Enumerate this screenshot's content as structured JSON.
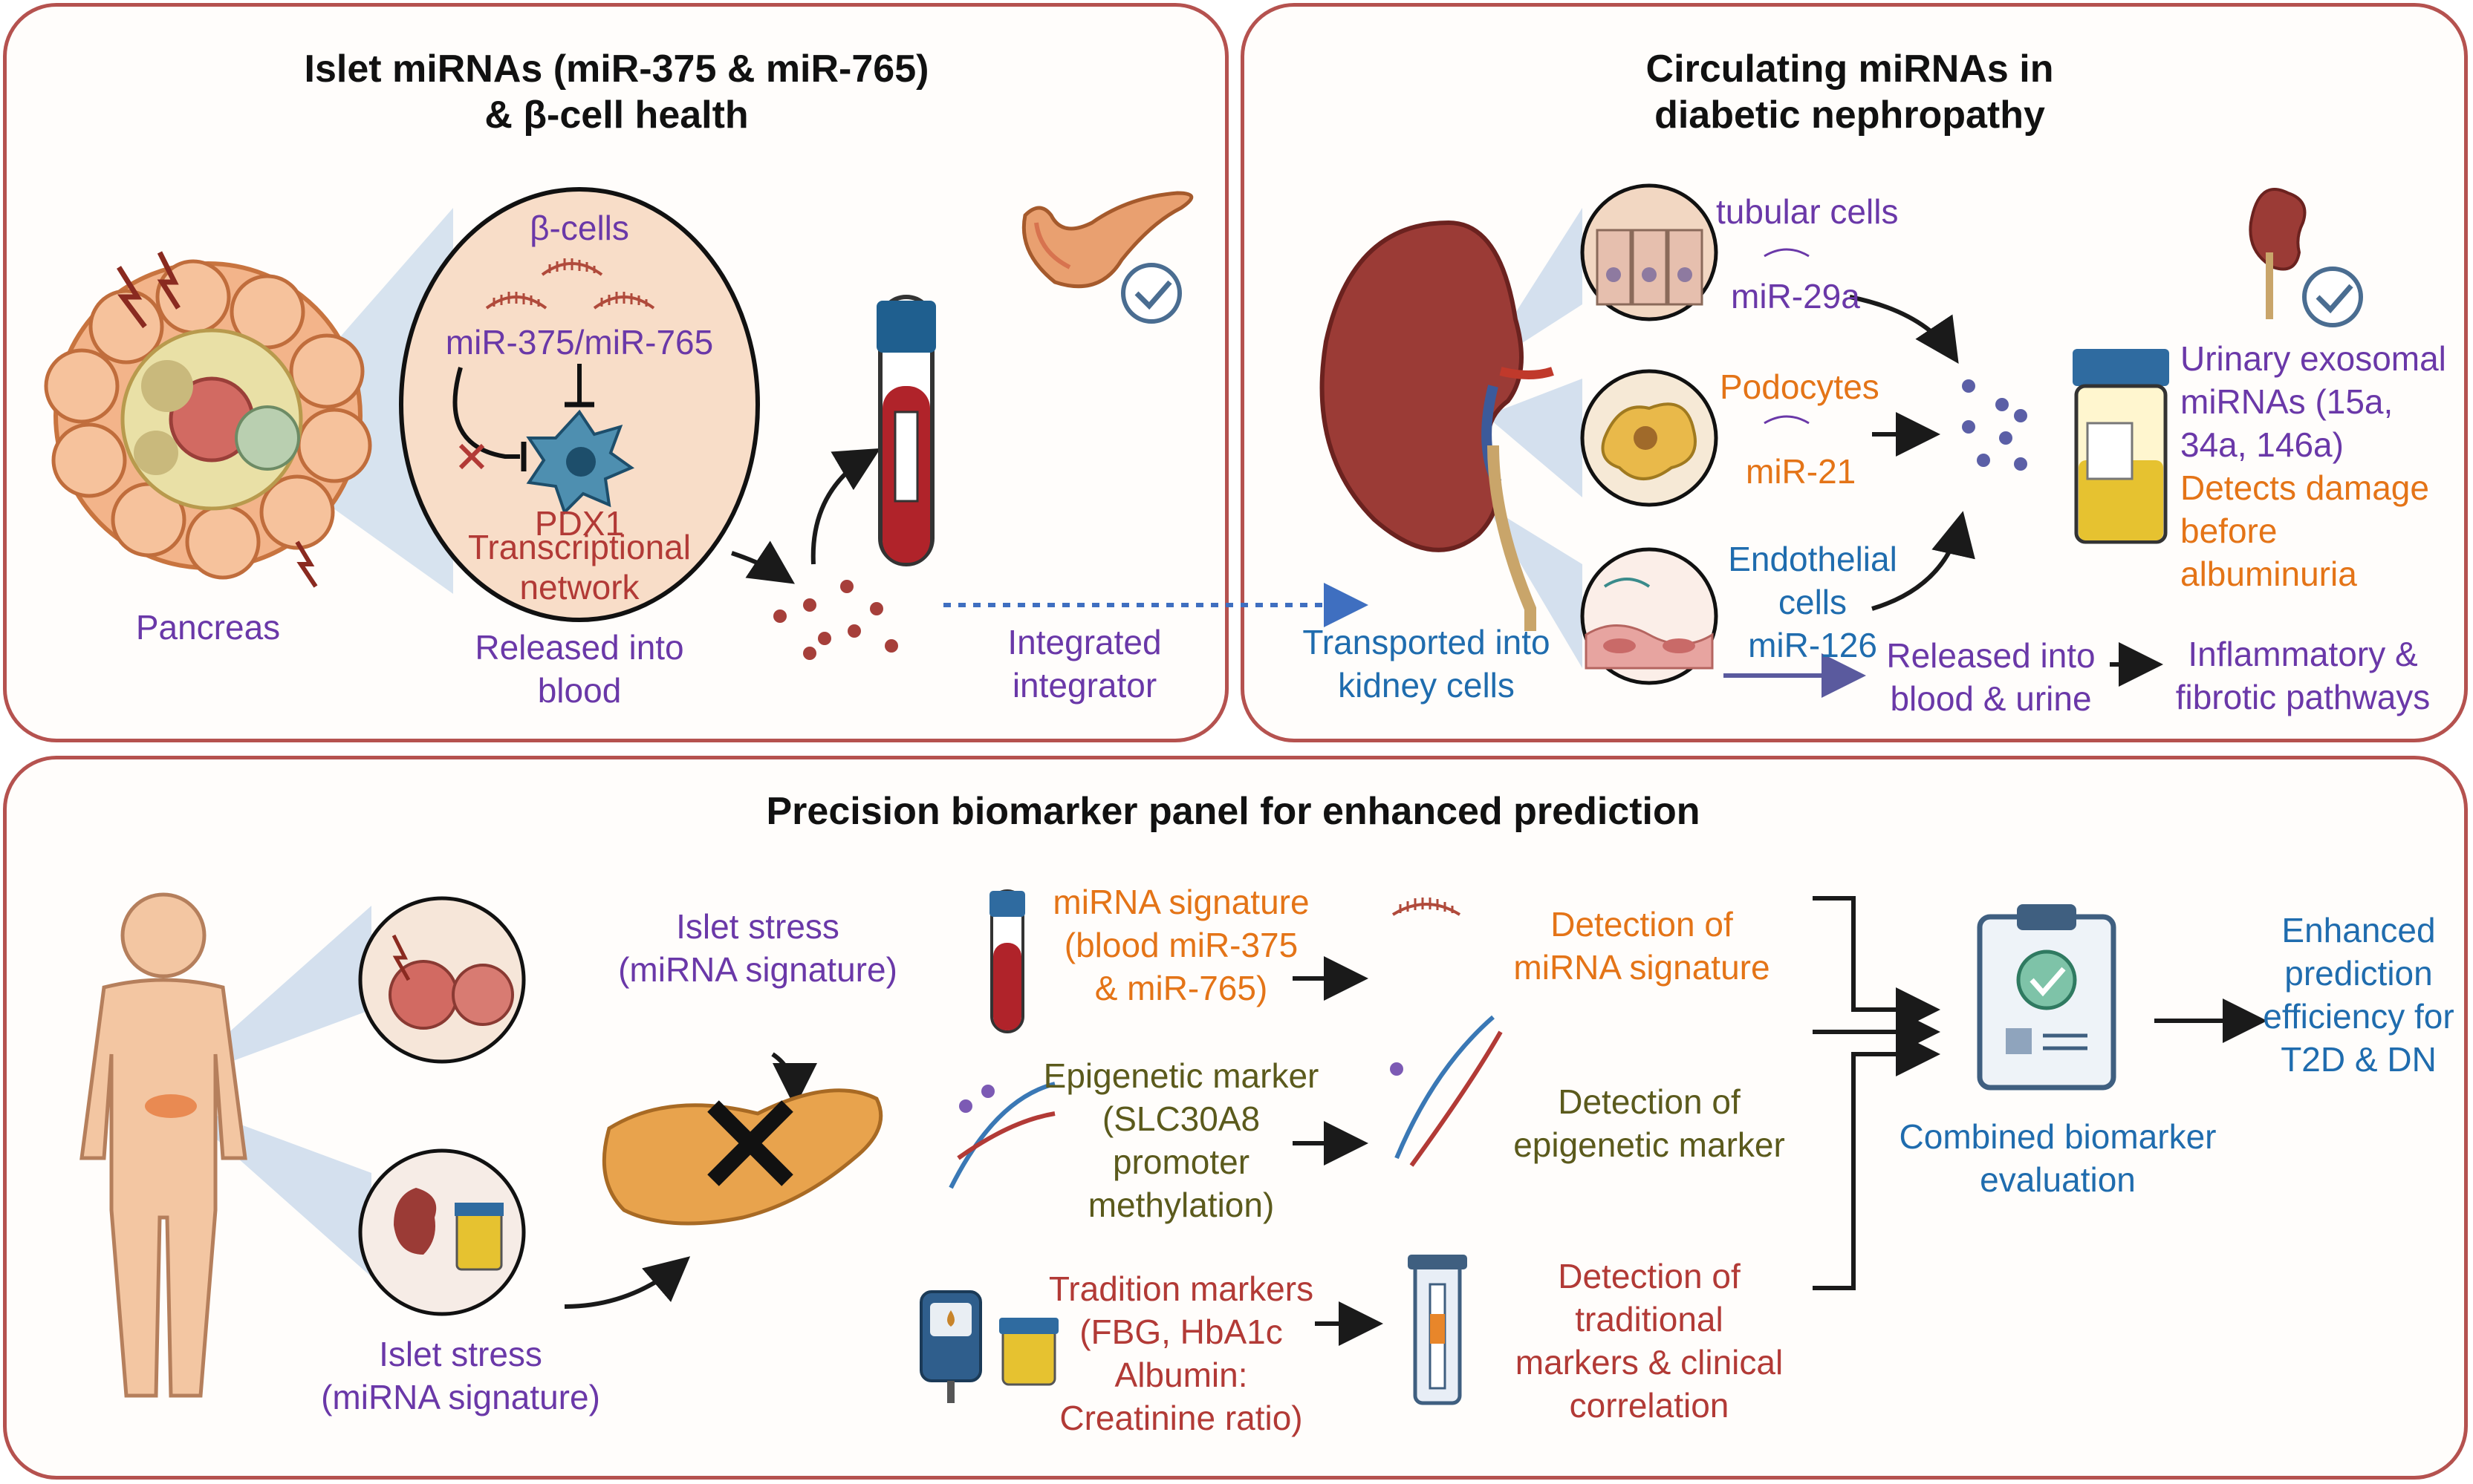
{
  "panels": {
    "islet": {
      "title_line1": "Islet miRNAs (miR-375 & miR-765)",
      "title_line2": "& β-cell health",
      "beta_cells": "β-cells",
      "mir_375_765": "miR-375/miR-765",
      "pdx1": "PDX1",
      "transcriptional": "Transcriptional",
      "network": "network",
      "pancreas": "Pancreas",
      "released_line1": "Released into",
      "released_line2": "blood",
      "integrated_line1": "Integrated",
      "integrated_line2": "integrator"
    },
    "nephropathy": {
      "title_line1": "Circulating miRNAs in",
      "title_line2": "diabetic nephropathy",
      "tubular": "tubular cells",
      "mir29a": "miR-29a",
      "podocytes": "Podocytes",
      "mir21": "miR-21",
      "endothelial_line1": "Endothelial",
      "endothelial_line2": "cells",
      "mir126": "miR-126",
      "transported_line1": "Transported into",
      "transported_line2": "kidney cells",
      "released_line1": "Released into",
      "released_line2": "blood & urine",
      "inflammatory_line1": "Inflammatory &",
      "inflammatory_line2": "fibrotic pathways",
      "urinary_line1": "Urinary exosomal",
      "urinary_line2": "miRNAs (15a,",
      "urinary_line3": "34a, 146a)",
      "detects_line1": "Detects damage",
      "detects_line2": "before",
      "detects_line3": "albuminuria"
    },
    "panel": {
      "title": "Precision biomarker panel for enhanced prediction",
      "islet_stress_top_line1": "Islet stress",
      "islet_stress_top_line2": "(miRNA signature)",
      "islet_stress_bottom_line1": "Islet stress",
      "islet_stress_bottom_line2": "(miRNA signature)",
      "mirna_sig_line1": "miRNA signature",
      "mirna_sig_line2": "(blood miR-375",
      "mirna_sig_line3": "& miR-765)",
      "epi_line1": "Epigenetic marker",
      "epi_line2": "(SLC30A8",
      "epi_line3": "promoter",
      "epi_line4": "methylation)",
      "trad_line1": "Tradition markers",
      "trad_line2": "(FBG, HbA1c",
      "trad_line3": "Albumin:",
      "trad_line4": "Creatinine ratio)",
      "det_mirna_line1": "Detection of",
      "det_mirna_line2": "miRNA signature",
      "det_epi_line1": "Detection of",
      "det_epi_line2": "epigenetic marker",
      "det_trad_line1": "Detection of",
      "det_trad_line2": "traditional",
      "det_trad_line3": "markers & clinical",
      "det_trad_line4": "correlation",
      "combined_line1": "Combined biomarker",
      "combined_line2": "evaluation",
      "enhanced_line1": "Enhanced",
      "enhanced_line2": "prediction",
      "enhanced_line3": "efficiency for",
      "enhanced_line4": "T2D & DN"
    }
  },
  "colors": {
    "panel_border": "#b5524f",
    "purple": "#6a38a8",
    "orange": "#e47417",
    "red": "#b23a36",
    "olive": "#5b5a1c",
    "blue": "#1f6cae"
  },
  "icons": [
    "pancreas-icon",
    "beta-cell-icon",
    "blood-tube-icon",
    "checkmark-icon",
    "kidney-icon",
    "urine-cup-icon",
    "human-body-icon",
    "dna-icon",
    "glucometer-icon",
    "thermometer-tube-icon",
    "clipboard-check-icon",
    "mirna-icon"
  ]
}
